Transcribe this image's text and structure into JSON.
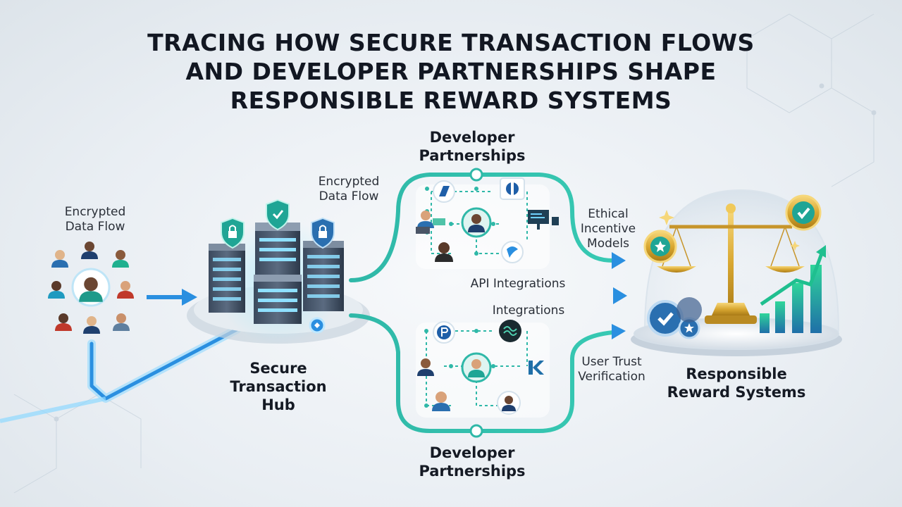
{
  "title": {
    "line1": "TRACING HOW SECURE TRANSACTION FLOWS",
    "line2": "AND DEVELOPER PARTNERSHIPS SHAPE",
    "line3": "RESPONSIBLE REWARD SYSTEMS"
  },
  "users": {
    "label_line1": "Encrypted",
    "label_line2": "Data Flow"
  },
  "hub": {
    "line1": "Secure",
    "line2": "Transaction",
    "line3": "Hub",
    "flow_label_line1": "Encrypted",
    "flow_label_line2": "Data Flow"
  },
  "partners_top": {
    "line1": "Developer",
    "line2": "Partnerships"
  },
  "partners_bottom": {
    "line1": "Developer",
    "line2": "Partnerships"
  },
  "flows": {
    "ethical_line1": "Ethical",
    "ethical_line2": "Incentive",
    "ethical_line3": "Models",
    "api": "API Integrations",
    "integrations": "Integrations",
    "trust_line1": "User Trust",
    "trust_line2": "Verification"
  },
  "rewards": {
    "line1": "Responsible",
    "line2": "Reward Systems"
  },
  "colors": {
    "teal": "#2fb8a8",
    "blue": "#2a8fe0",
    "navy": "#1f3f6e",
    "gold": "#d9a832",
    "green": "#1fbf8f"
  },
  "icons": [
    "shield-lock-icon",
    "server-icon",
    "user-icon",
    "partner-logo-icon",
    "coin-icon",
    "scale-icon",
    "bar-chart-icon",
    "arrow-icon",
    "checkmark-icon",
    "star-icon"
  ]
}
